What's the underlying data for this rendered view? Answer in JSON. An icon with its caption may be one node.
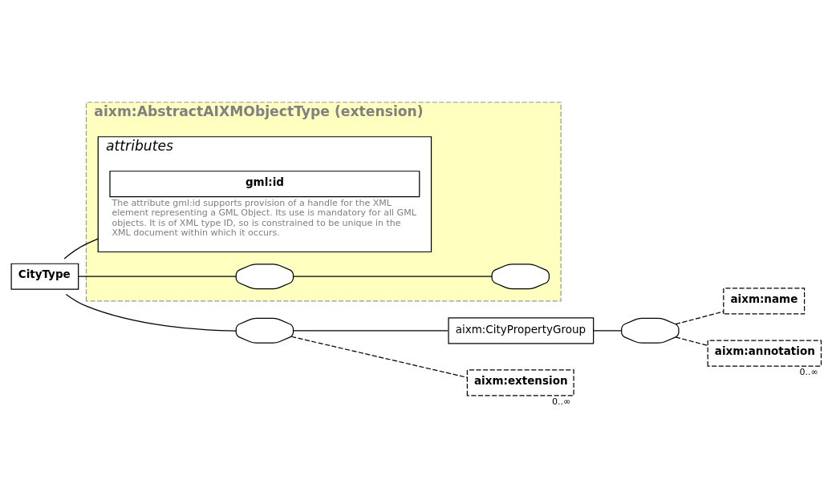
{
  "diagram": {
    "nodes": [
      {
        "text": [
          "CityType"
        ]
      },
      {
        "text": [
          "aixm:AbstractAIXMObjectType (extension)"
        ]
      },
      {
        "text": [
          "attributes"
        ],
        "in": 1
      },
      {
        "text": [
          "gml:id"
        ],
        "in": 2,
        "beside": [
          "The attribute gml:id supports provision of a handle for the XML element representing a GML Object. Its use is mandatory for all GML objects. It is of XML type ID, so is constrained to be unique in the XML document within which it occurs."
        ]
      },
      {
        "text": [],
        "shape": "octagon",
        "in": 1
      },
      {
        "text": [],
        "shape": "octagon",
        "in": 1
      },
      {
        "text": [],
        "shape": "octagon"
      },
      {
        "text": [
          "aixm:CityPropertyGroup"
        ]
      },
      {
        "text": [],
        "shape": "octagon"
      },
      {
        "text": [
          "aixm:name"
        ]
      },
      {
        "text": [
          "aixm:annotation"
        ],
        "beside": [
          "0..∞"
        ]
      },
      {
        "text": [
          "aixm:extension"
        ],
        "beside": [
          "0..∞"
        ]
      }
    ],
    "edges": [
      {
        "from": 0,
        "to": 2,
        "arrow": "none"
      },
      {
        "from": 0,
        "to": 4,
        "arrow": "none"
      },
      {
        "from": 4,
        "to": 5,
        "arrow": "none"
      },
      {
        "from": 0,
        "to": 6,
        "arrow": "none"
      },
      {
        "from": 6,
        "to": 7,
        "arrow": "none"
      },
      {
        "from": 6,
        "to": 11,
        "arrow": "none",
        "style": "dashed"
      },
      {
        "from": 7,
        "to": 8,
        "arrow": "none"
      },
      {
        "from": 8,
        "to": 9,
        "arrow": "none",
        "style": "dashed"
      },
      {
        "from": 8,
        "to": 10,
        "arrow": "none",
        "style": "dashed"
      }
    ]
  }
}
